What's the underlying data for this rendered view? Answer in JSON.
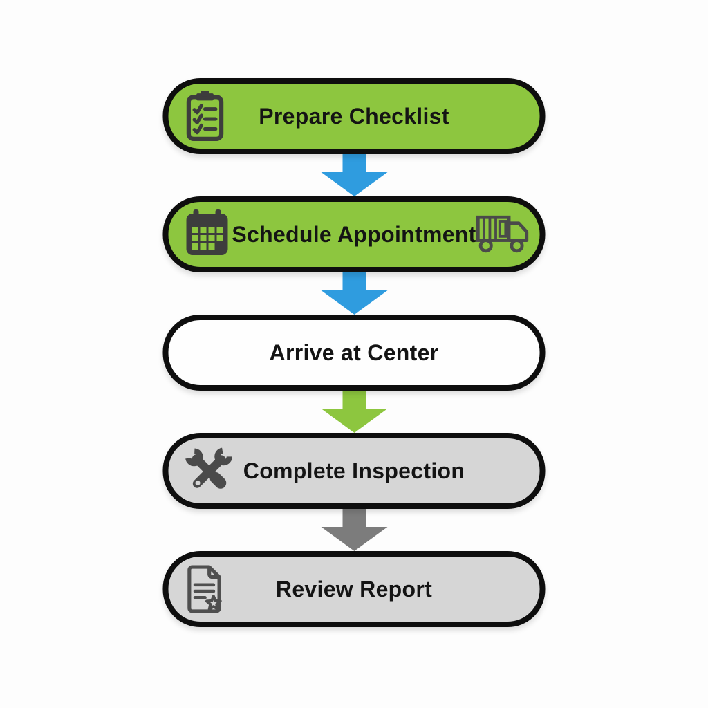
{
  "flow": {
    "steps": [
      {
        "label": "Prepare Checklist",
        "variant": "green",
        "icon_left": "checklist-clipboard"
      },
      {
        "label": "Schedule Appointment",
        "variant": "green",
        "icon_left": "calendar",
        "icon_right": "delivery-truck"
      },
      {
        "label": "Arrive at Center",
        "variant": "white"
      },
      {
        "label": "Complete Inspection",
        "variant": "gray",
        "icon_left": "crossed-tools"
      },
      {
        "label": "Review Report",
        "variant": "gray",
        "icon_left": "report-document-star"
      }
    ],
    "arrows": [
      {
        "direction": "down",
        "color": "#2f9cdf"
      },
      {
        "direction": "down",
        "color": "#2f9cdf"
      },
      {
        "direction": "down",
        "color": "#8dc63f"
      },
      {
        "direction": "down",
        "color": "#7c7c7c"
      }
    ],
    "colors": {
      "step_green": "#8dc63f",
      "step_white": "#fefefe",
      "step_gray": "#d6d6d6",
      "border": "#0e0e0e",
      "text": "#141414",
      "icon_dark": "#454545",
      "background": "#fdfdfd"
    }
  }
}
